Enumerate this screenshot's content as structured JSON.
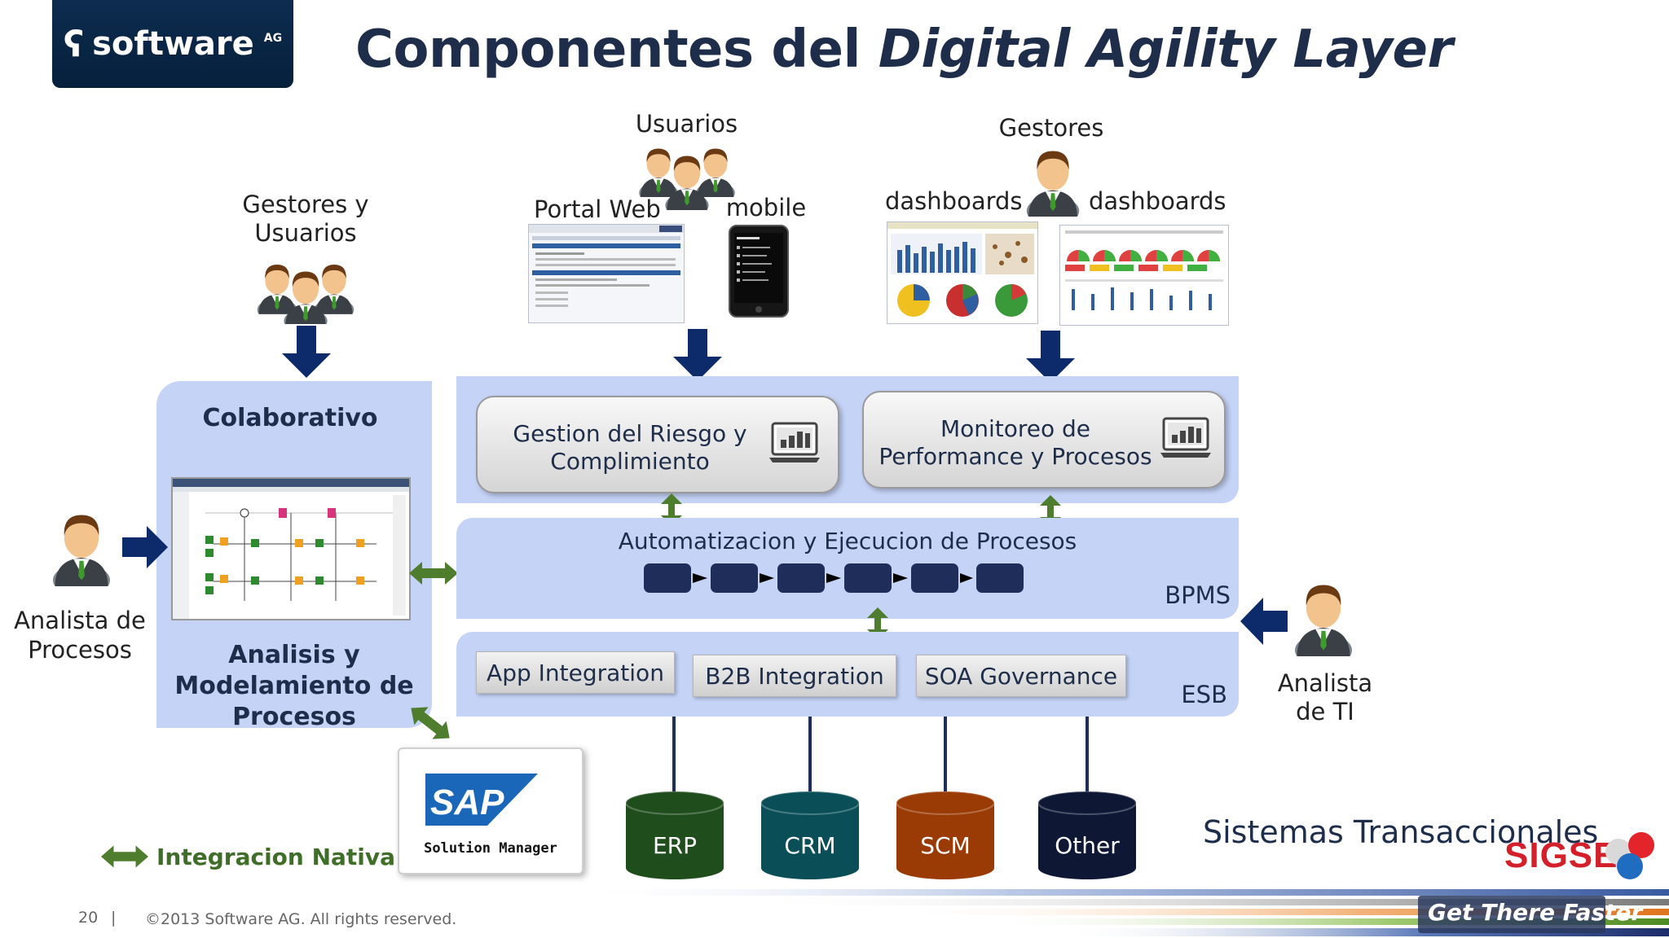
{
  "brand": {
    "logo_mark": "ʕ",
    "logo_text": "software",
    "logo_ag": "AG"
  },
  "title": {
    "main": "Componentes del ",
    "italic": "Digital Agility Layer"
  },
  "actors": {
    "gestores_usuarios": [
      "Gestores y",
      "Usuarios"
    ],
    "usuarios": "Usuarios",
    "gestores": "Gestores",
    "analista_procesos": [
      "Analista de",
      "Procesos"
    ],
    "analista_ti": [
      "Analista",
      "de TI"
    ]
  },
  "channels": {
    "portal_web": "Portal Web",
    "mobile": "mobile",
    "dashboards_left": "dashboards",
    "dashboards_right": "dashboards"
  },
  "colaborativo": {
    "title": "Colaborativo",
    "analysis": [
      "Analisis y",
      "Modelamiento de",
      "Procesos"
    ]
  },
  "cards": {
    "riesgo": [
      "Gestion del Riesgo y",
      "Complimiento"
    ],
    "monitoreo": [
      "Monitoreo de",
      "Performance y Procesos"
    ]
  },
  "bpms": {
    "title": "Automatizacion y Ejecucion de Procesos",
    "tag": "BPMS"
  },
  "esb": {
    "services": [
      "App  Integration",
      "B2B Integration",
      "SOA Governance"
    ],
    "tag": "ESB"
  },
  "sap": {
    "logo": "SAP",
    "product": "Solution Manager"
  },
  "systems": [
    {
      "label": "ERP",
      "color": "#1f4d1c"
    },
    {
      "label": "CRM",
      "color": "#0a4f58"
    },
    {
      "label": "SCM",
      "color": "#9a3b06"
    },
    {
      "label": "Other",
      "color": "#0e1835"
    }
  ],
  "sistemas_label": "Sistemas Transaccionales",
  "legend": "Integracion  Nativa",
  "footer": {
    "page": "20",
    "sep": "|",
    "copyright": "©2013 Software AG. All rights reserved."
  },
  "sigse": "SIGSE",
  "tagline": "Get There Faster",
  "colors": {
    "panel": "#c5d3f7",
    "arrow_navy": "#0d2a6b",
    "arrow_green": "#4e7d2e",
    "title": "#1e2d4a"
  }
}
